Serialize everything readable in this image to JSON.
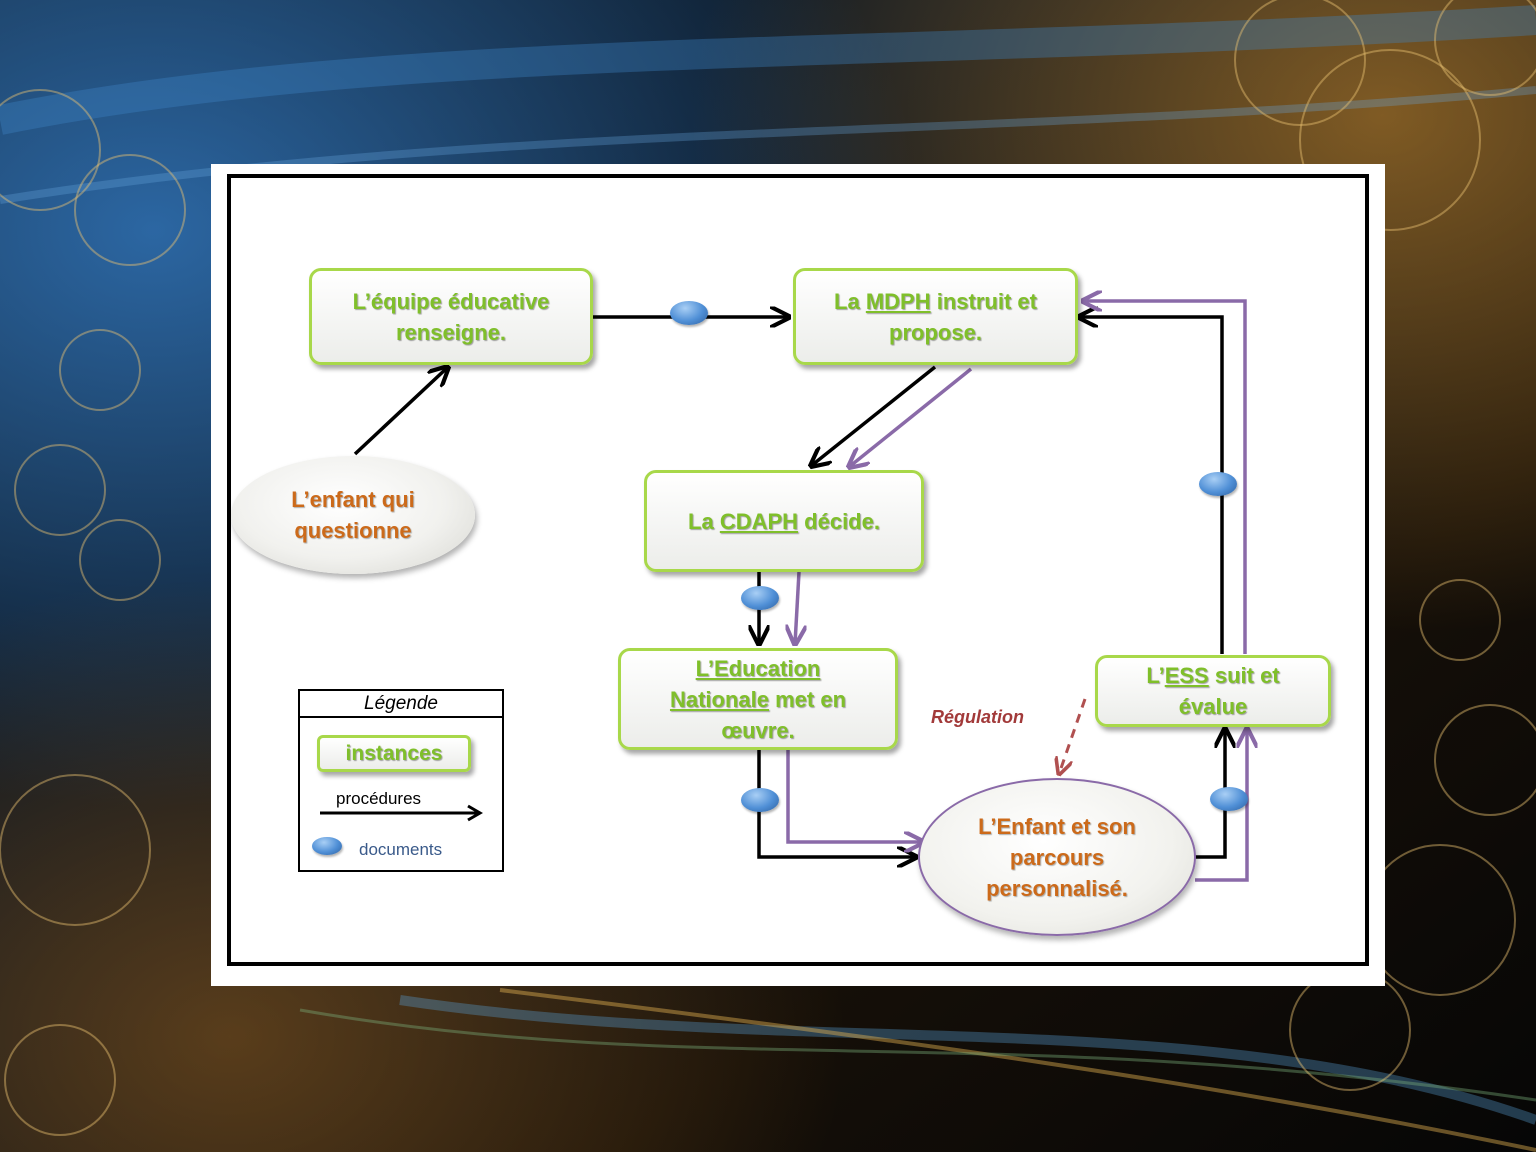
{
  "legend": {
    "title": "Légende",
    "instances": "instances",
    "procedures": "procédures",
    "documents": "documents"
  },
  "nodes": {
    "equipe": {
      "line1": "L’équipe éducative",
      "line2": "renseigne."
    },
    "mdph": {
      "prefix": "La ",
      "acronym": "MDPH",
      "suffix": " instruit et",
      "line2": "propose."
    },
    "cdaph": {
      "prefix": "La ",
      "acronym": "CDAPH",
      "suffix": " décide."
    },
    "education": {
      "line1": "L’Education",
      "acronym": "Nationale",
      "suffix": " met en",
      "line3": "œuvre."
    },
    "ess": {
      "prefix": "L’",
      "acronym": "ESS",
      "suffix": " suit et",
      "line2": "évalue"
    },
    "enfant_q": {
      "line1": "L’enfant qui",
      "line2": "questionne"
    },
    "enfant_parcours": {
      "line1": "L’Enfant et son",
      "line2": "parcours",
      "line3": "personnalisé."
    }
  },
  "regulation": "Régulation",
  "colors": {
    "instance_text": "#7fbf2a",
    "instance_border": "#a8d84a",
    "child_text": "#cc6a1a",
    "procedure_arrow": "#000000",
    "feedback_arrow": "#8a6aa8",
    "regulation": "#a23a3a",
    "document": "#4f8fd6"
  }
}
